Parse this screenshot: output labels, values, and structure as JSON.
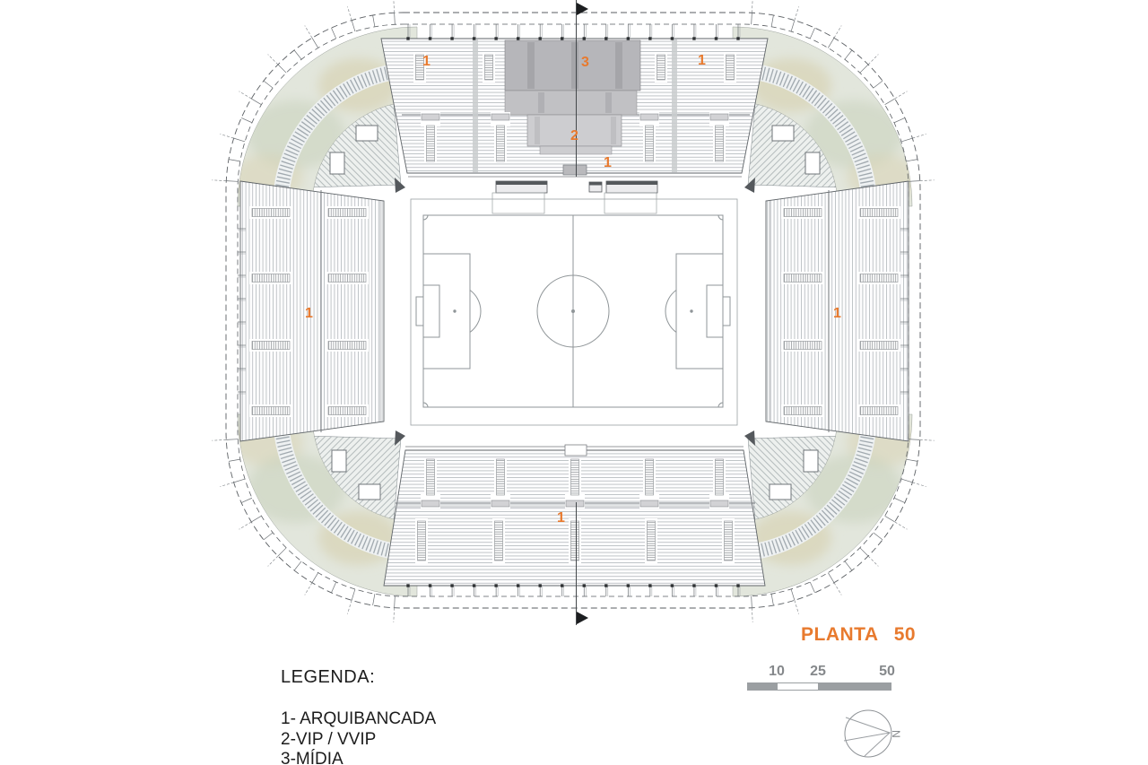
{
  "title": "PLANTA 50",
  "legend": {
    "heading": "LEGENDA:",
    "items": [
      "1- ARQUIBANCADA",
      "2-VIP / VVIP",
      "3-MÍDIA"
    ]
  },
  "scale_bar": {
    "labels": [
      "10",
      "25",
      "50"
    ]
  },
  "north_arrow": {
    "letter": "N"
  },
  "sector_labels": {
    "top_left": "1",
    "media": "3",
    "top_right": "1",
    "vip": "2",
    "top_lower": "1",
    "west": "1",
    "east": "1",
    "south": "1"
  },
  "colors": {
    "accent_orange": "#E87A2E",
    "media_gray": "#B6B6BA",
    "vip_gray": "#CDCDD0",
    "landscape_green": "#E2E6DC",
    "scale_bar_gray": "#9B9FA2"
  }
}
